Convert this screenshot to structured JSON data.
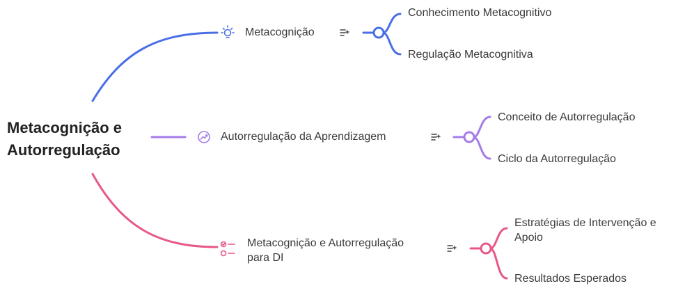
{
  "root": {
    "line1": "Metacognição e",
    "line2": "Autorregulação"
  },
  "branches": [
    {
      "label": "Metacognição",
      "icon": "lightbulb-icon",
      "color": "#4a6ee6",
      "children": [
        "Conhecimento Metacognitivo",
        "Regulação Metacognitiva"
      ]
    },
    {
      "label": "Autorregulação da Aprendizagem",
      "icon": "trending-up-icon",
      "color": "#a57bea",
      "children": [
        "Conceito de Autorregulação",
        "Ciclo da Autorregulação"
      ]
    },
    {
      "label_line1": "Metacognição e Autorregulação",
      "label_line2": "para DI",
      "icon": "checklist-icon",
      "color": "#e8578a",
      "children_line1": "Estratégias de Intervenção e",
      "children_line2": "Apoio",
      "child2": "Resultados Esperados"
    }
  ]
}
